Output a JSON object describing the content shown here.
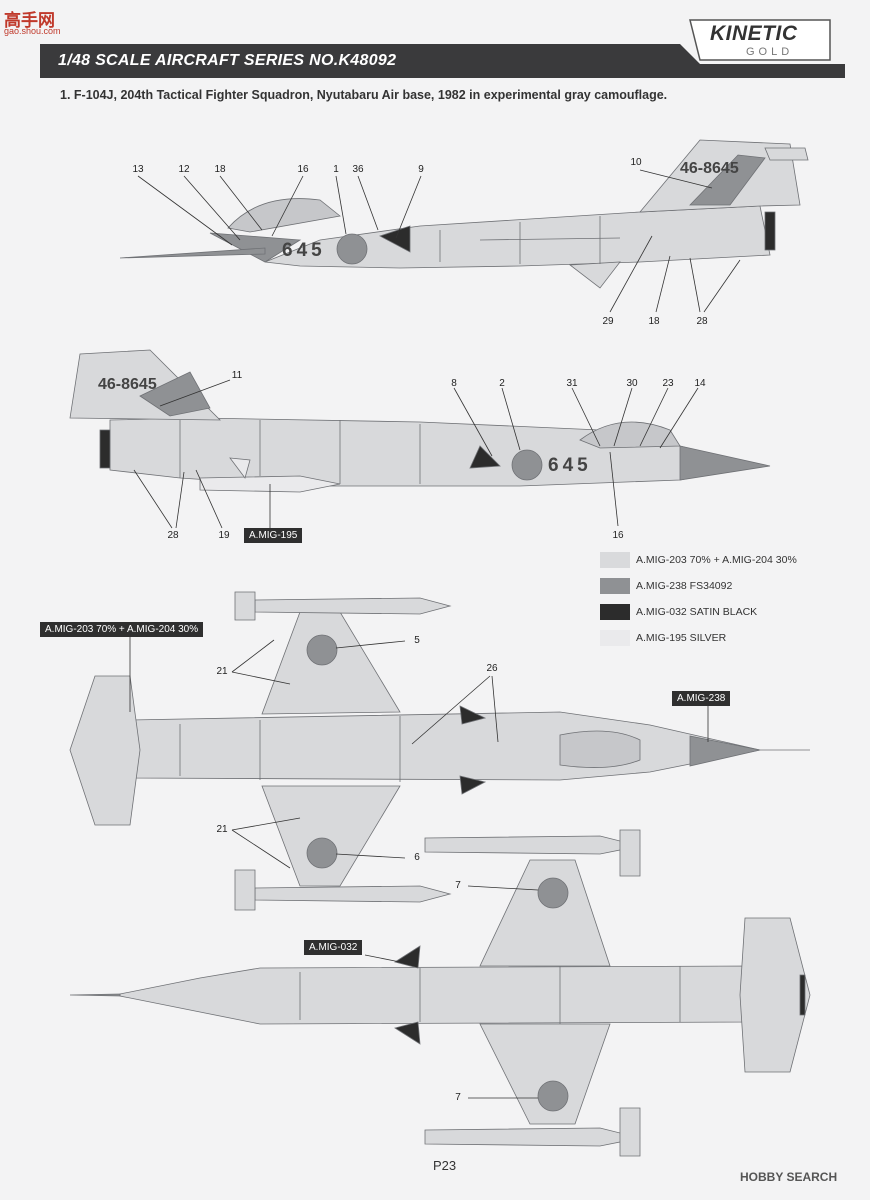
{
  "watermark": {
    "chars": "高手网",
    "url": "gao.shou.com"
  },
  "header": {
    "series": "1/48 SCALE  AIRCRAFT  SERIES NO.K48092",
    "logo_main": "KINETIC",
    "logo_sub": "GOLD"
  },
  "caption": "1. F-104J, 204th Tactical Fighter Squadron, Nyutabaru Air base, 1982 in experimental gray camouflage.",
  "side1": {
    "callouts": [
      "13",
      "12",
      "18",
      "16",
      "1",
      "36",
      "9",
      "10",
      "29",
      "18",
      "28"
    ],
    "nose_number": "645",
    "tail_number": "46-8645"
  },
  "side2": {
    "callouts": [
      "11",
      "8",
      "2",
      "31",
      "30",
      "23",
      "14",
      "28",
      "19",
      "16"
    ],
    "nose_number": "645",
    "tail_number": "46-8645",
    "paint_tag": "A.MIG-195"
  },
  "legend": [
    {
      "label": "A.MIG-203 70% + A.MIG-204 30%",
      "color": "#d9dadc"
    },
    {
      "label": "A.MIG-238 FS34092",
      "color": "#8f9194"
    },
    {
      "label": "A.MIG-032 SATIN BLACK",
      "color": "#2c2c2c"
    },
    {
      "label": "A.MIG-195 SILVER",
      "color": "#eaeaec"
    }
  ],
  "top_view": {
    "paint_tag_left": "A.MIG-203 70% + A.MIG-204 30%",
    "paint_tag_right": "A.MIG-238",
    "callouts": [
      "5",
      "21",
      "26",
      "21",
      "6"
    ]
  },
  "bottom_view": {
    "paint_tag": "A.MIG-032",
    "callouts": [
      "7",
      "7"
    ]
  },
  "footer": {
    "page": "P23",
    "brand": "HOBBY SEARCH"
  }
}
